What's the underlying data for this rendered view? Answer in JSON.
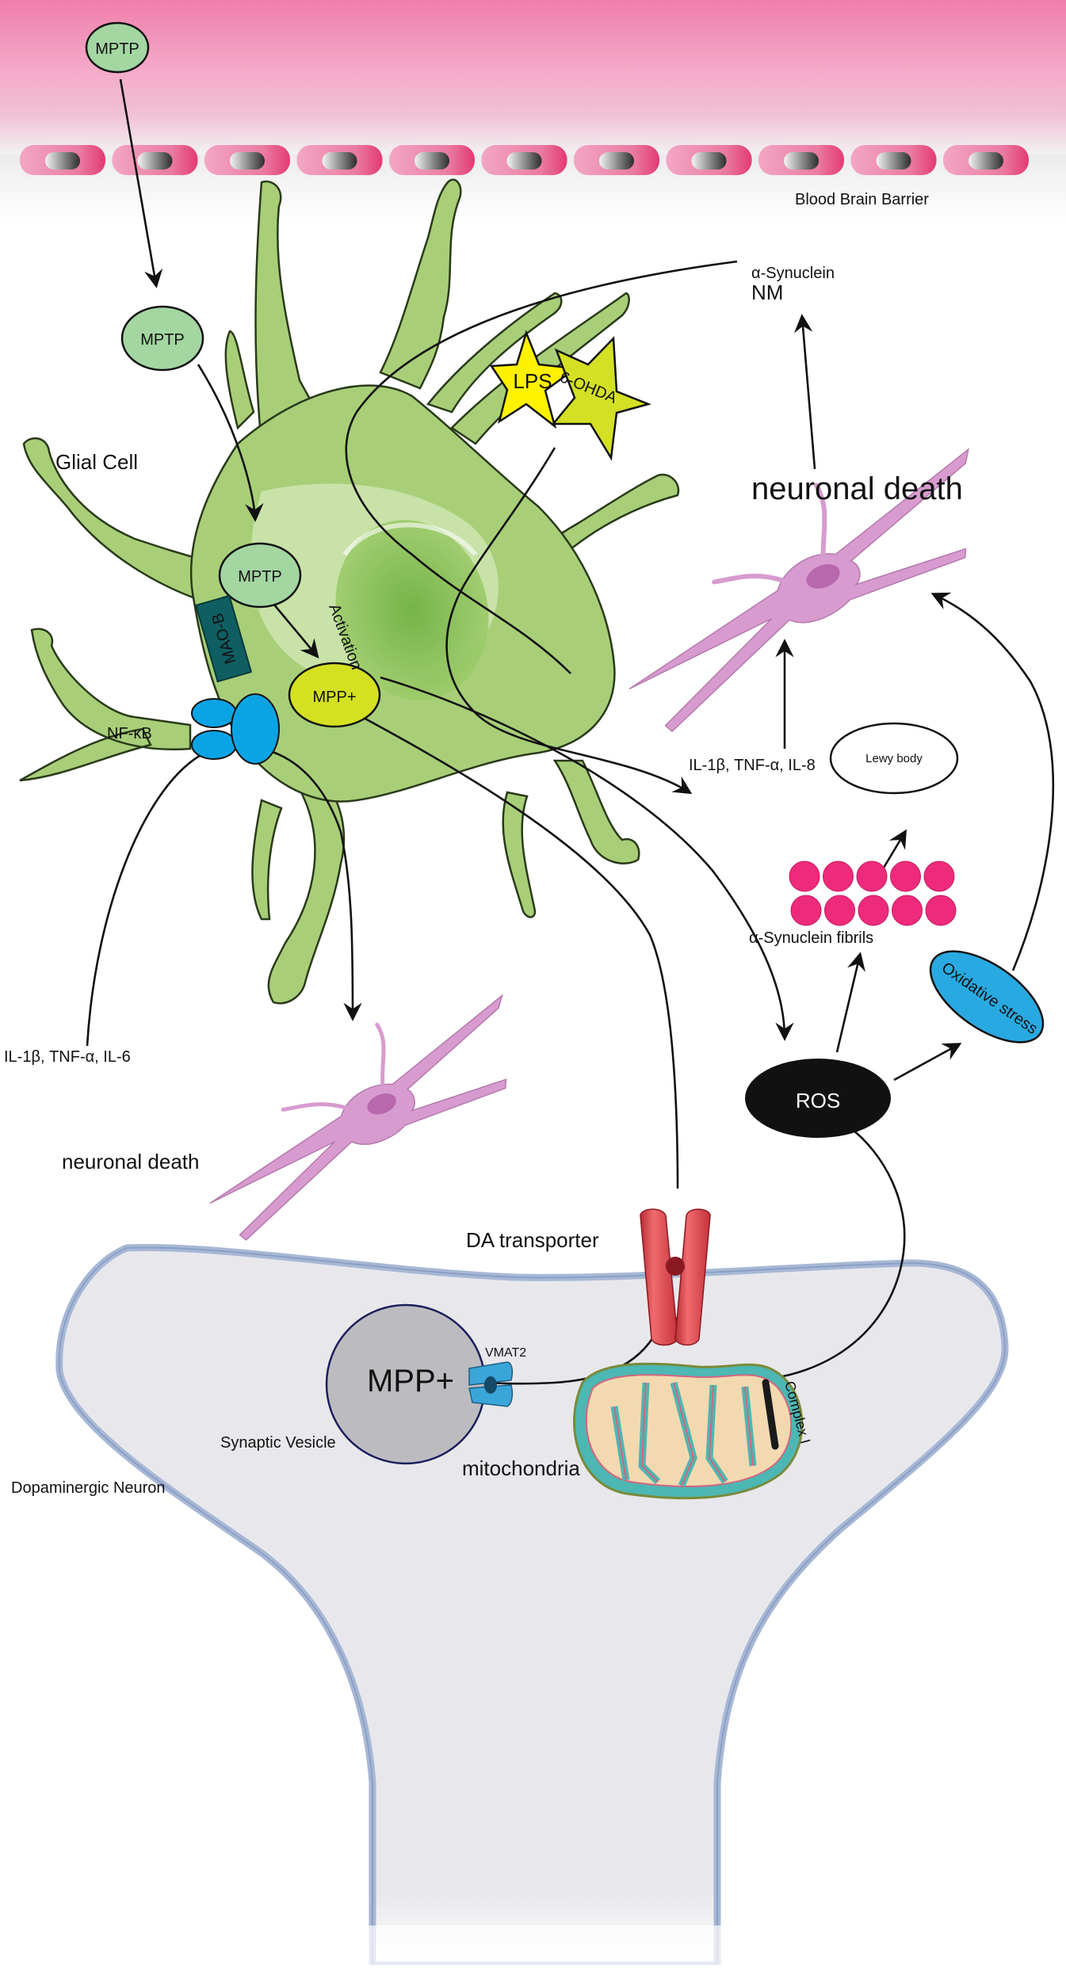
{
  "figure": {
    "title": "MPTP / LPS / 6-OHDA induced neuroinflammation and dopaminergic neuron death",
    "colors": {
      "blood_top": "#ef7fab",
      "blood_mid": "#f5a9c8",
      "bbb_cell": "#e85f8f",
      "glia_fill": "#a8cf78",
      "glia_light": "#d3e8b8",
      "glia_nucleus": "#79b54a",
      "mptp_fill": "#a4d6a2",
      "mpp_fill": "#d4e021",
      "maob_fill": "#0f5e62",
      "nfkb_fill": "#0aa4e4",
      "lps_fill": "#fff200",
      "ohda_fill": "#d3e024",
      "dying_neuron": "#d79bd0",
      "fibril": "#ee2a7b",
      "ros_fill": "#111111",
      "oxidative_fill": "#29a9e1",
      "neuron_fill": "#e8e8ec",
      "neuron_membrane": "#a7b8d6",
      "vesicle_fill": "#bcbcc0",
      "dat_fill": "#e0484f",
      "vmat2_fill": "#3aa5d9",
      "mito_fill": "#f3d9b0",
      "mito_outer": "#4cb7b3"
    }
  },
  "labels": {
    "mptp_blood": "MPTP",
    "blood_brain_barrier": "Blood Brain Barrier",
    "mptp_brain": "MPTP",
    "glial_cell": "Glial Cell",
    "mptp_glia": "MPTP",
    "mao_b": "MAO-B",
    "activation": "Activation",
    "mpp_glia": "MPP+",
    "nf_kb": "NF-κB",
    "lps": "LPS",
    "ohda": "6-OHDA",
    "alpha_syn_nm_line1": "α-Synuclein",
    "alpha_syn_nm_line2": "NM",
    "neuronal_death_top": "neuronal death",
    "cytokines_right": "IL-1β, TNF-α, IL-8",
    "lewy_body": "Lewy body",
    "alpha_syn_fibrils": "α-Synuclein fibrils",
    "oxidative_stress": "Oxidative stress",
    "ros": "ROS",
    "cytokines_left": "IL-1β, TNF-α, IL-6",
    "neuronal_death_left": "neuronal death",
    "da_transporter": "DA transporter",
    "mpp_vesicle": "MPP+",
    "vmat2": "VMAT2",
    "synaptic_vesicle": "Synaptic Vesicle",
    "dopaminergic_neuron": "Dopaminergic Neuron",
    "mitochondria": "mitochondria",
    "complex_i": "Complex I"
  },
  "bbb_cell_count": 11,
  "fibril_count": 10
}
